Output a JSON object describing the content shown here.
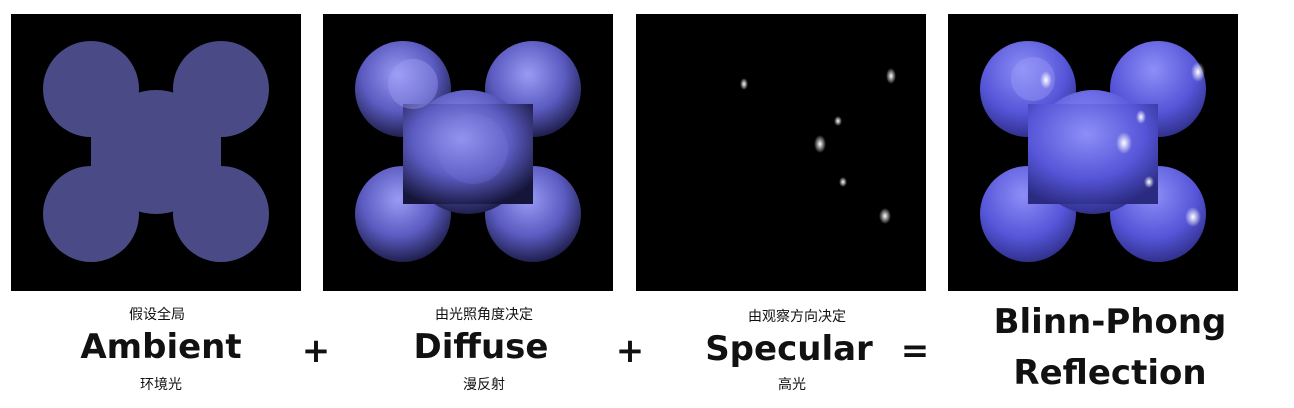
{
  "panels": [
    {
      "key": "ambient",
      "subtitle_top": "假设全局",
      "title": "Ambient",
      "subtitle_bottom": "环境光"
    },
    {
      "key": "diffuse",
      "subtitle_top": "由光照角度决定",
      "title": "Diffuse",
      "subtitle_bottom": "漫反射"
    },
    {
      "key": "specular",
      "subtitle_top": "由观察方向决定",
      "title": "Specular",
      "subtitle_bottom": "高光"
    },
    {
      "key": "blinn",
      "title_line1": "Blinn-Phong",
      "title_line2": "Reflection"
    }
  ],
  "operators": [
    "+",
    "+",
    "="
  ],
  "colors": {
    "ambient_fill": "#4a4a86",
    "diffuse_light": "#8f8ff2",
    "diffuse_dark": "#1a1a40",
    "background": "#000000"
  }
}
